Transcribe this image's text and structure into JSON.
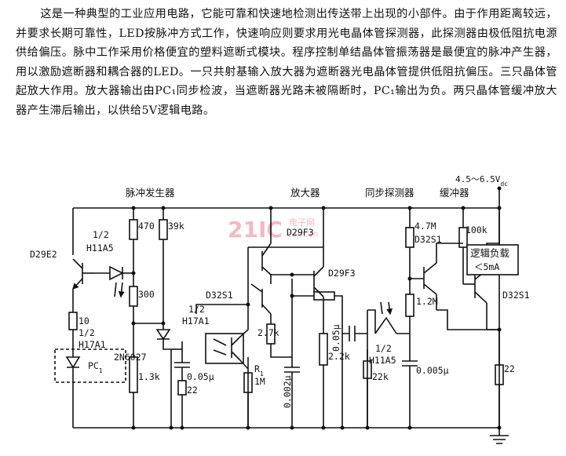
{
  "description_text": "这是一种典型的工业应用电路，它能可靠和快速地检测出传送带上出现的小部件。由于作用距离较远，并要求长期可靠性，LED按脉冲方式工作，快速响应则要求用光电晶体管探测器，此探测器由极低阻抗电源供给偏压。脉中工作采用价格便宜的塑料遮断式模块。程序控制单结晶体管振荡器是最便宜的脉冲产生器，用以激励遮断器和耦合器的LED。一只共射基输入放大器为遮断器光电晶体管提供低阻抗偏压。三只晶体管起放大作用。放大器输出由PC₁同步检波，当遮断器光路未被隔断时，PC₁输出为负。两只晶体管缓冲放大器产生滞后输出，以供给5V逻辑电路。",
  "watermark": {
    "main": "21IC",
    "sub1": "电子网",
    "sub2": ".com.cn"
  },
  "sections": {
    "pulse_generator": "脉冲发生器",
    "amplifier": "放大器",
    "sync_detector": "同步探测器",
    "buffer": "缓冲器"
  },
  "supply": "4.5～6.5V",
  "supply_sub": "dc",
  "components": {
    "d29e2": "D29E2",
    "h11a5_a_1": "1/2",
    "h11a5_a_2": "H11A5",
    "r470": "470",
    "r39k": "39k",
    "r300": "300",
    "d32s1_a": "D32S1",
    "h17a1_b_1": "1/2",
    "h17a1_b_2": "H17A1",
    "r10": "10",
    "h17a1_a_1": "1/2",
    "h17a1_a_2": "H17A1",
    "pc1": "PC",
    "pc1_sub": "1",
    "n2n6027": "2N6027",
    "r1_3k": "1.3k",
    "c0_05u": "0.05μ",
    "r22_a": "22",
    "d29f3_top": "D29F3",
    "d29f3_mid": "D29F3",
    "r2_7k": "2.7k",
    "r1": "R",
    "r1_sub": "1",
    "r1m": "1M",
    "c0_002u": "0.002μ",
    "c0_05u_b": "0.05μ",
    "r2_2k": "2.2k",
    "h11a5_b_1": "1/2",
    "h11a5_b_2": "H11A5",
    "r22k": "22k",
    "r4_7m": "4.7M",
    "d32s1_b": "D32S1",
    "r1_2m": "1.2M",
    "c0_005u": "0.005μ",
    "r100k": "100k",
    "load_1": "逻辑负载",
    "load_2": "＜5mA",
    "d32s1_c": "D32S1",
    "r22_b": "22"
  }
}
